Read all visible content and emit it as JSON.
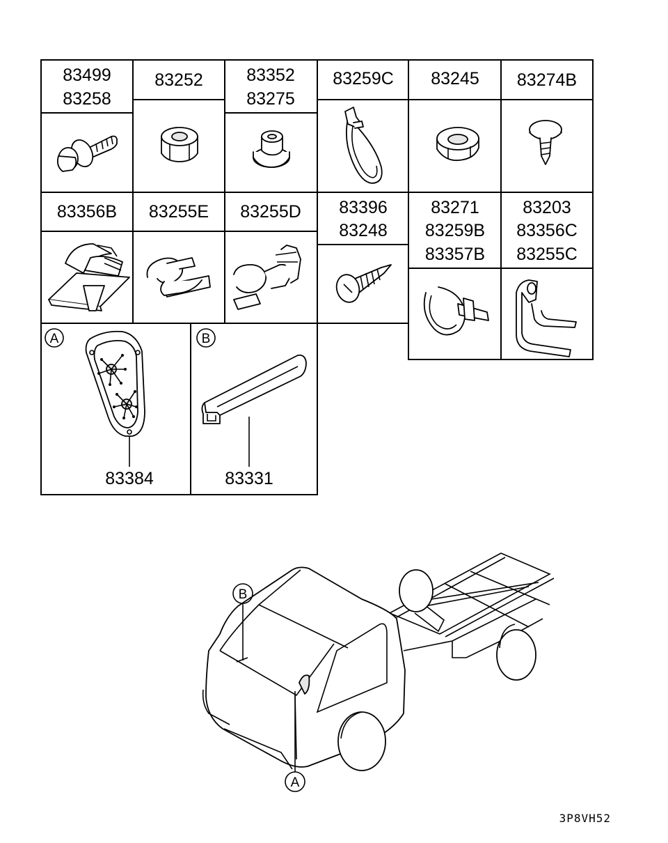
{
  "grid": {
    "row1": [
      {
        "labels": [
          "83499",
          "83258"
        ]
      },
      {
        "labels": [
          "83252"
        ]
      },
      {
        "labels": [
          "83352",
          "83275"
        ]
      },
      {
        "labels": [
          "83259C"
        ]
      },
      {
        "labels": [
          "83245"
        ]
      },
      {
        "labels": [
          "83274B"
        ]
      }
    ],
    "row2": [
      {
        "labels": [
          "83356B"
        ]
      },
      {
        "labels": [
          "83255E"
        ]
      },
      {
        "labels": [
          "83255D"
        ]
      },
      {
        "labels": [
          "83396",
          "83248"
        ]
      },
      {
        "labels": [
          "83271",
          "83259B",
          "83357B"
        ]
      },
      {
        "labels": [
          "83203",
          "83356C",
          "83255C"
        ]
      }
    ],
    "detail_a": {
      "callout": "A",
      "label": "83384"
    },
    "detail_b": {
      "callout": "B",
      "label": "83331"
    }
  },
  "vehicle": {
    "callout_a": "A",
    "callout_b": "B"
  },
  "diagram_code": "3P8VH52"
}
